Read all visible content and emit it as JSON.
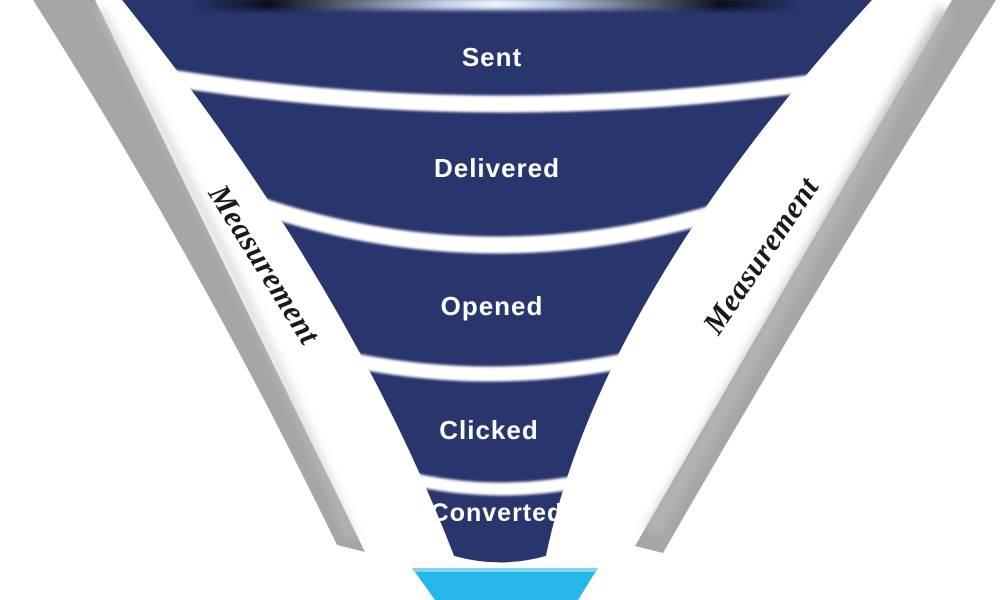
{
  "diagram": {
    "type": "funnel",
    "stages": [
      {
        "label": "Sent"
      },
      {
        "label": "Delivered"
      },
      {
        "label": "Opened"
      },
      {
        "label": "Clicked"
      },
      {
        "label": "Converted"
      }
    ],
    "side_labels": {
      "left": "Measurement",
      "right": "Measurement"
    },
    "colors": {
      "funnel": "#29356d",
      "stage_text": "#ffffff",
      "separator": "#ffffff",
      "side_band": "#a6a6a6",
      "side_text": "#1a1a1a",
      "spout": "#25b6ea",
      "spout_highlight": "#7fd6f3",
      "background": "#ffffff"
    }
  }
}
